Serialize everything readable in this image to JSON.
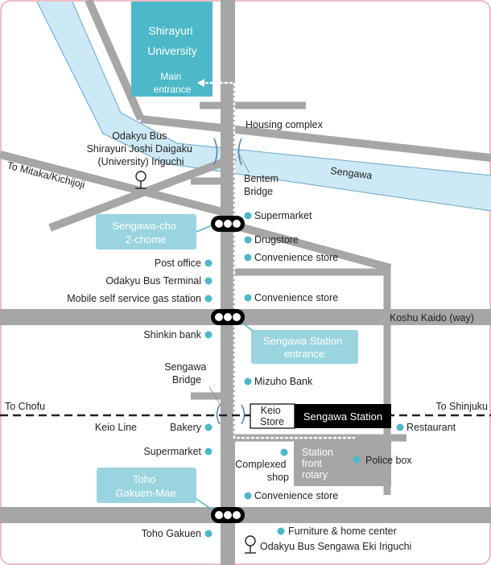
{
  "colors": {
    "road": "#a6a6a6",
    "river": "#cde9f5",
    "river_edge": "#6aa7c8",
    "accent": "#4db8c8",
    "label_box": "#9ad4df",
    "frame": "#e7a8b4"
  },
  "labels": {
    "university": [
      "Shirayuri",
      "University"
    ],
    "main_entrance": [
      "Main",
      "entrance"
    ],
    "housing_complex": "Housing complex",
    "odakyu_bus_iriguchi": [
      "Odakyu Bus",
      "Shirayuri Joshi Daigaku",
      "(University) Iriguchi"
    ],
    "to_mitaka": "To Mitaka/Kichijoji",
    "bentem_bridge": [
      "Bentem",
      "Bridge"
    ],
    "sengawa_river": "Sengawa",
    "sengawa_cho": [
      "Sengawa-cho",
      "2-chome"
    ],
    "supermarket_n": "Supermarket",
    "drugstore": "Drugstore",
    "convenience_1": "Convenience store",
    "post_office": "Post office",
    "bus_terminal": "Odakyu Bus Terminal",
    "gas_station": "Mobile self service gas station",
    "convenience_2": "Convenience store",
    "koshu_kaido": "Koshu Kaido (way)",
    "shinkin_bank": "Shinkin bank",
    "station_entrance": [
      "Sengawa Station",
      "entrance"
    ],
    "sengawa_bridge": [
      "Sengawa",
      "Bridge"
    ],
    "mizuho_bank": "Mizuho Bank",
    "to_chofu": "To Chofu",
    "to_shinjuku": "To Shinjuku",
    "keio_store": [
      "Keio",
      "Store"
    ],
    "sengawa_station": "Sengawa Station",
    "keio_line": "Keio Line",
    "bakery": "Bakery",
    "restaurant": "Restaurant",
    "supermarket_s": "Supermarket",
    "complexed_shop": [
      "Complexed",
      "shop"
    ],
    "rotary": [
      "Station",
      "front",
      "rotary"
    ],
    "police_box": "Police box",
    "toho_gakuen_mae": [
      "Toho",
      "Gakuen-Mae"
    ],
    "convenience_3": "Convenience store",
    "toho_gakuen": "Toho Gakuen",
    "furniture": "Furniture & home center",
    "odakyu_bus_eki": "Odakyu Bus Sengawa Eki Iriguchi"
  },
  "icons": [
    "traffic-signal-icon",
    "bus-stop-icon",
    "landmark-dot-icon",
    "entrance-arrow-icon"
  ]
}
